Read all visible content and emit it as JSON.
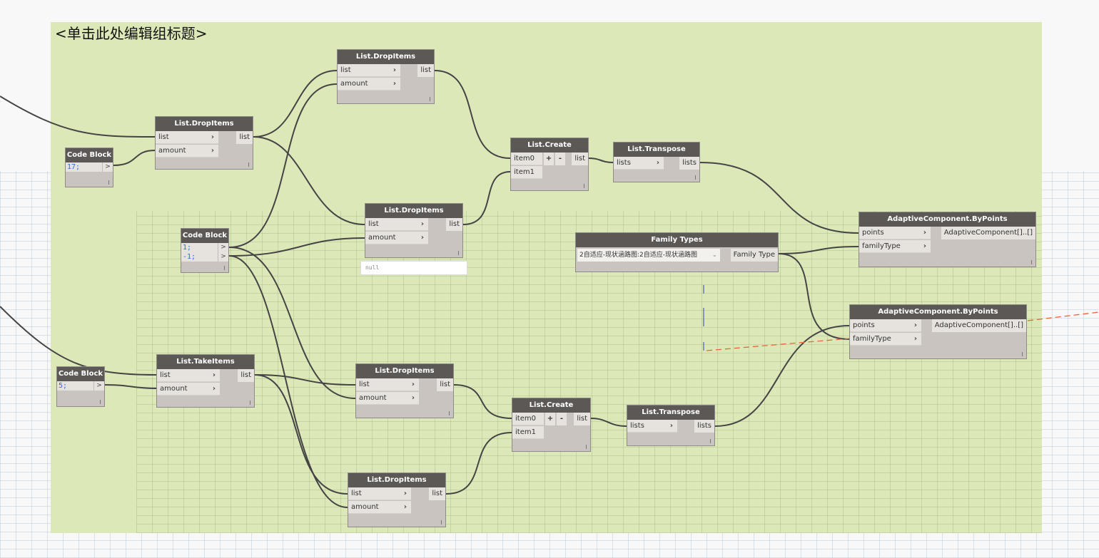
{
  "group": {
    "title": "<单击此处编辑组标题>",
    "color": "#dde8b9"
  },
  "nodes": [
    {
      "id": "dropA",
      "title": "List.DropItems",
      "inputs": [
        "list",
        "amount"
      ],
      "outputs": [
        "list"
      ]
    },
    {
      "id": "cb17",
      "title": "Code Block",
      "code": [
        "17;"
      ],
      "arrow": ">"
    },
    {
      "id": "dropB",
      "title": "List.DropItems",
      "inputs": [
        "list",
        "amount"
      ],
      "outputs": [
        "list"
      ]
    },
    {
      "id": "cb1",
      "title": "Code Block",
      "code": [
        "1;",
        "-1;"
      ],
      "arrow": ">"
    },
    {
      "id": "dropC",
      "title": "List.DropItems",
      "inputs": [
        "list",
        "amount"
      ],
      "outputs": [
        "list"
      ],
      "preview": "null"
    },
    {
      "id": "create1",
      "title": "List.Create",
      "inputs": [
        "item0",
        "item1"
      ],
      "outputs": [
        "list"
      ],
      "buttons": [
        "+",
        "-"
      ]
    },
    {
      "id": "trans1",
      "title": "List.Transpose",
      "inputs": [
        "lists"
      ],
      "outputs": [
        "lists"
      ]
    },
    {
      "id": "ftypes",
      "title": "Family Types",
      "selected": "2自适应-现状涵路图:2自适应-现状涵路图",
      "outputs": [
        "Family Type"
      ]
    },
    {
      "id": "ac1",
      "title": "AdaptiveComponent.ByPoints",
      "inputs": [
        "points",
        "familyType"
      ],
      "outputs": [
        "AdaptiveComponent[]..[]"
      ]
    },
    {
      "id": "ac2",
      "title": "AdaptiveComponent.ByPoints",
      "inputs": [
        "points",
        "familyType"
      ],
      "outputs": [
        "AdaptiveComponent[]..[]"
      ]
    },
    {
      "id": "cb5",
      "title": "Code Block",
      "code": [
        "5;"
      ],
      "arrow": ">"
    },
    {
      "id": "take",
      "title": "List.TakeItems",
      "inputs": [
        "list",
        "amount"
      ],
      "outputs": [
        "list"
      ]
    },
    {
      "id": "dropD",
      "title": "List.DropItems",
      "inputs": [
        "list",
        "amount"
      ],
      "outputs": [
        "list"
      ]
    },
    {
      "id": "create2",
      "title": "List.Create",
      "inputs": [
        "item0",
        "item1"
      ],
      "outputs": [
        "list"
      ],
      "buttons": [
        "+",
        "-"
      ]
    },
    {
      "id": "trans2",
      "title": "List.Transpose",
      "inputs": [
        "lists"
      ],
      "outputs": [
        "lists"
      ]
    },
    {
      "id": "dropE",
      "title": "List.DropItems",
      "inputs": [
        "list",
        "amount"
      ],
      "outputs": [
        "list"
      ]
    }
  ]
}
